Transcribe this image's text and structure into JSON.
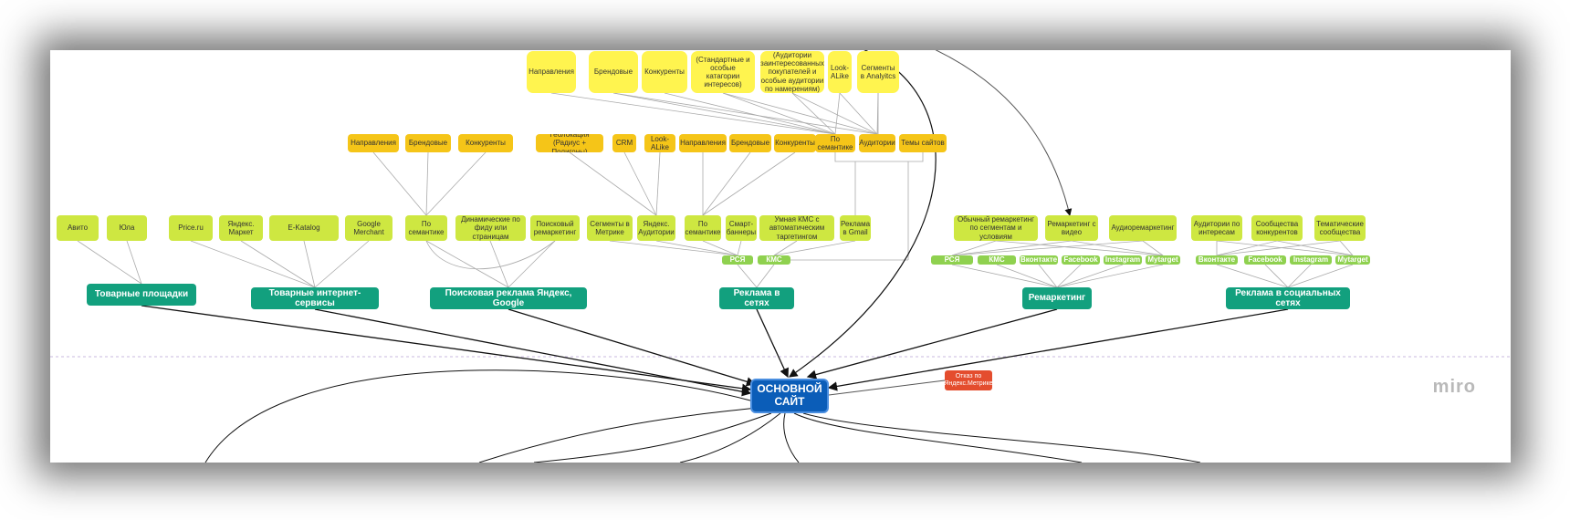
{
  "brand": "miro",
  "colors": {
    "audience_yellow": "#fff44f",
    "targeting_amber": "#f5c518",
    "channel_lime": "#cee741",
    "platform_green": "#8fd14f",
    "category_teal": "#12a07e",
    "main_blue": "#0b5db8",
    "alert_red": "#e44d2e"
  },
  "nodes": {
    "main": "ОСНОВНОЙ САЙТ",
    "alert": "Отказ по Яндекс.Метрике",
    "cat_market": "Товарные площадки",
    "cat_services": "Товарные интернет-сервисы",
    "cat_search": "Поисковая реклама Яндекс, Google",
    "cat_networks": "Реклама в сетях",
    "cat_remarketing": "Ремаркетинг",
    "cat_social": "Реклама в социальных сетях",
    "avito": "Авито",
    "yula": "Юла",
    "price": "Price.ru",
    "ymarket": "Яндекс. Маркет",
    "ekatalog": "E-Katalog",
    "gmerchant": "Google Merchant",
    "search_sem": "По семантике",
    "dynamic": "Динамические по фиду или страницам",
    "search_rem": "Поисковый ремаркетинг",
    "seg_metrika": "Сегменты в Метрике",
    "ya_aud": "Яндекс. Аудитории",
    "net_sem": "По семантике",
    "smart": "Смарт-баннеры",
    "smart_kms": "Умная КМС с автоматическим таргетингом",
    "gmail": "Реклама в Gmail",
    "rem_usual": "Обычный ремаркетинг по сегментам и условиям",
    "rem_video": "Ремаркетинг с видео",
    "rem_audio": "Аудиоремаркетинг",
    "soc_interest": "Аудитории по интересам",
    "soc_competitor": "Сообщества конкурентов",
    "soc_thematic": "Тематические сообщества",
    "p_rsya": "РСЯ",
    "p_kms": "КМС",
    "r_rsya": "РСЯ",
    "r_kms": "КМС",
    "r_vk": "Вконтакте",
    "r_fb": "Facebook",
    "r_ig": "Instagram",
    "r_mt": "Mytarget",
    "s_vk": "Вконтакте",
    "s_fb": "Facebook",
    "s_ig": "Instagram",
    "s_mt": "Mytarget",
    "a_dir": "Направления",
    "a_brand": "Брендовые",
    "a_comp": "Конкуренты",
    "b_geo": "Геолокация (Радиус + Полигоны)",
    "b_crm": "CRM",
    "b_lal": "Look-ALike",
    "c_dir": "Направления",
    "c_brand": "Брендовые",
    "c_comp": "Конкуренты",
    "c_sem": "По семантике",
    "c_aud": "Аудитории",
    "c_themes": "Темы сайтов",
    "d_dir": "Направления",
    "d_brand": "Брендовые",
    "d_comp": "Конкуренты",
    "d_std": "(Стандартные и особые катагории интересов)",
    "d_aud": "(Аудитории заинтересованных покупателей и особые аудитории по намерениям)",
    "d_lal": "Look-ALike",
    "d_seg": "Сегменты в Analyitcs"
  }
}
